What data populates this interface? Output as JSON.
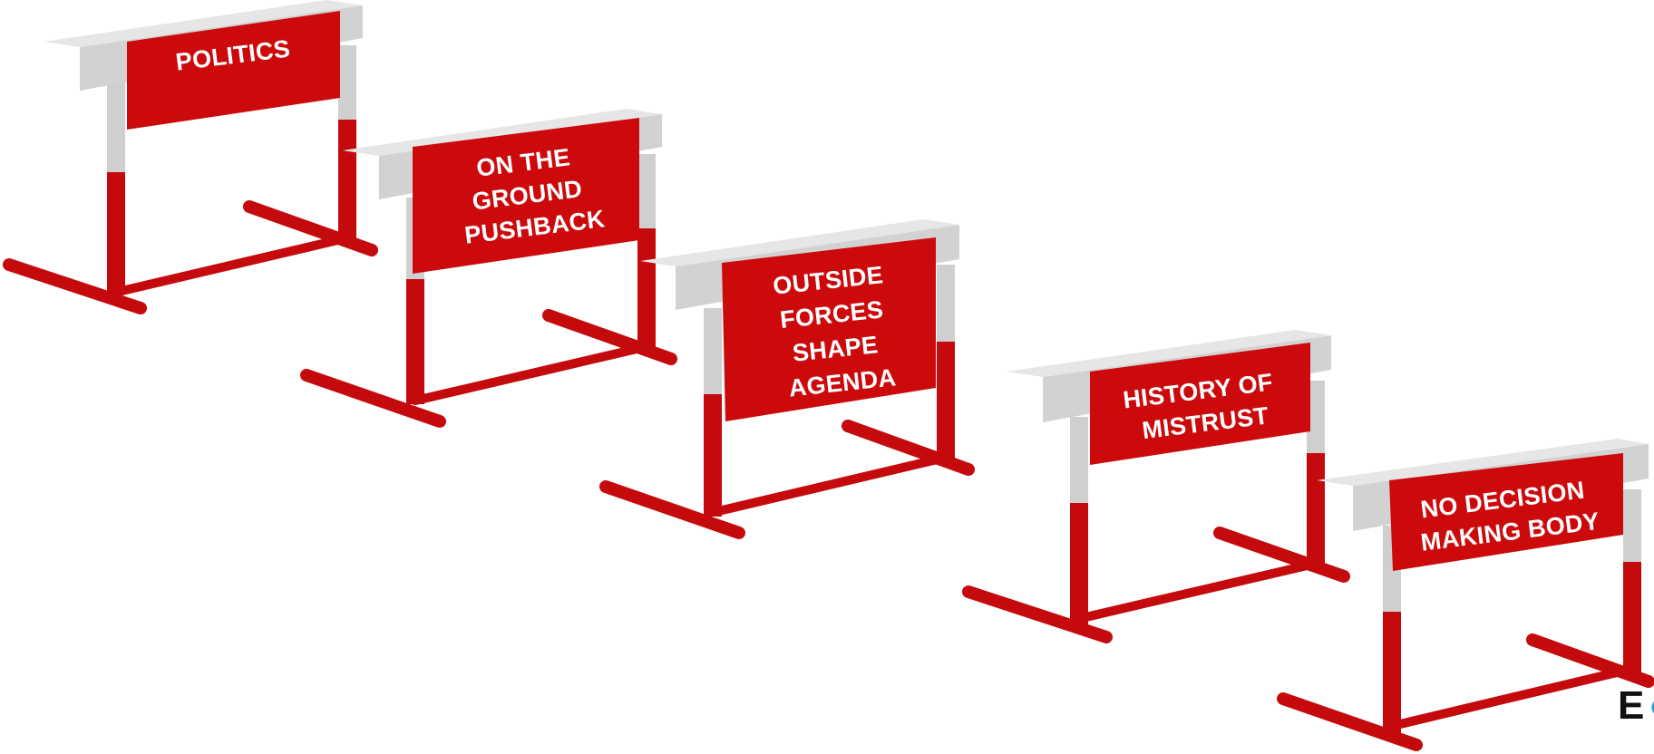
{
  "colors": {
    "board": "#cc0a0c",
    "board_shade": "#b40708",
    "leg": "#c40a0c",
    "leg_white": "#cfcfcf",
    "leg_white_shade": "#a9a9a9",
    "bar_top": "#e6e6e6",
    "bar_front": "#d2d2d2",
    "label_text": "#ffffff"
  },
  "hurdles": [
    {
      "lines": [
        "POLITICS"
      ]
    },
    {
      "lines": [
        "ON THE",
        "GROUND",
        "PUSHBACK"
      ]
    },
    {
      "lines": [
        "OUTSIDE",
        "FORCES",
        "SHAPE",
        "AGENDA"
      ]
    },
    {
      "lines": [
        "HISTORY OF",
        "MISTRUST"
      ]
    },
    {
      "lines": [
        "NO DECISION",
        "MAKING BODY"
      ]
    }
  ],
  "logo": {
    "text": "E"
  }
}
